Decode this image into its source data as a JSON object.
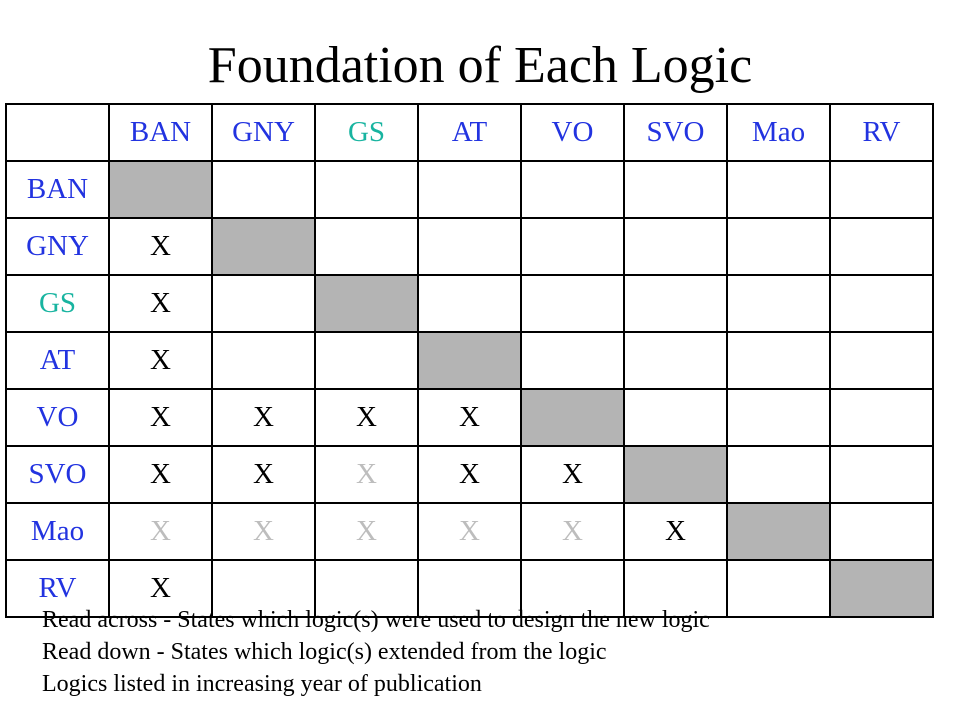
{
  "title": "Foundation of Each Logic",
  "colors": {
    "header_text": "#2233e0",
    "highlight_logic": "#18b4a0",
    "diagonal_fill": "#b4b4b4",
    "mark": "#000000",
    "faded_mark": "#bdbdbd"
  },
  "table": {
    "corner": "",
    "columns": [
      "BAN",
      "GNY",
      "GS",
      "AT",
      "VO",
      "SVO",
      "Mao",
      "RV"
    ],
    "rows": [
      {
        "label": "BAN",
        "cells": [
          "",
          "",
          "",
          "",
          "",
          "",
          "",
          ""
        ]
      },
      {
        "label": "GNY",
        "cells": [
          "X",
          "",
          "",
          "",
          "",
          "",
          "",
          ""
        ]
      },
      {
        "label": "GS",
        "cells": [
          "X",
          "",
          "",
          "",
          "",
          "",
          "",
          ""
        ]
      },
      {
        "label": "AT",
        "cells": [
          "X",
          "",
          "",
          "",
          "",
          "",
          "",
          ""
        ]
      },
      {
        "label": "VO",
        "cells": [
          "X",
          "X",
          "X",
          "X",
          "",
          "",
          "",
          ""
        ]
      },
      {
        "label": "SVO",
        "cells": [
          "X",
          "X",
          "X",
          "X",
          "X",
          "",
          "",
          ""
        ]
      },
      {
        "label": "Mao",
        "cells": [
          "X",
          "X",
          "X",
          "X",
          "X",
          "X",
          "",
          ""
        ]
      },
      {
        "label": "RV",
        "cells": [
          "X",
          "",
          "",
          "",
          "",
          "",
          "",
          ""
        ]
      }
    ],
    "faded_cells": [
      [
        5,
        2
      ],
      [
        6,
        0
      ],
      [
        6,
        1
      ],
      [
        6,
        2
      ],
      [
        6,
        3
      ],
      [
        6,
        4
      ]
    ],
    "highlighted_logic": "GS"
  },
  "notes": [
    "Read across - States which logic(s) were used to design the new logic",
    "Read down - States which logic(s) extended from the logic",
    "Logics listed in increasing year of publication"
  ]
}
